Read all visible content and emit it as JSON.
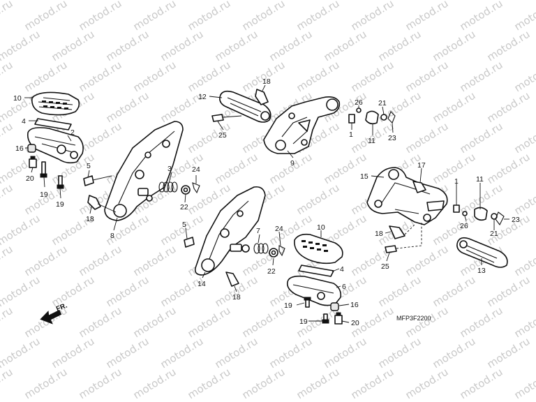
{
  "watermark": {
    "text": "motod.ru",
    "color": "#c9c9c9"
  },
  "diagram_code": "MFP3F2200",
  "front_indicator": "FR.",
  "callouts": {
    "c01": "1",
    "c02": "1",
    "c03": "2",
    "c04": "3",
    "c05": "4",
    "c06": "4",
    "c07": "5",
    "c08": "5",
    "c09": "6",
    "c10": "7",
    "c11": "8",
    "c12": "9",
    "c13": "10",
    "c14": "10",
    "c15": "11",
    "c16": "11",
    "c17": "12",
    "c18": "13",
    "c19": "14",
    "c20": "15",
    "c21": "16",
    "c22": "16",
    "c23": "17",
    "c24": "18",
    "c25": "18",
    "c26": "18",
    "c27": "18",
    "c28": "19",
    "c29": "19",
    "c30": "19",
    "c31": "19",
    "c32": "20",
    "c33": "20",
    "c34": "21",
    "c35": "21",
    "c36": "22",
    "c37": "22",
    "c38": "23",
    "c39": "23",
    "c40": "24",
    "c41": "24",
    "c42": "25",
    "c43": "25",
    "c44": "26",
    "c45": "26"
  }
}
